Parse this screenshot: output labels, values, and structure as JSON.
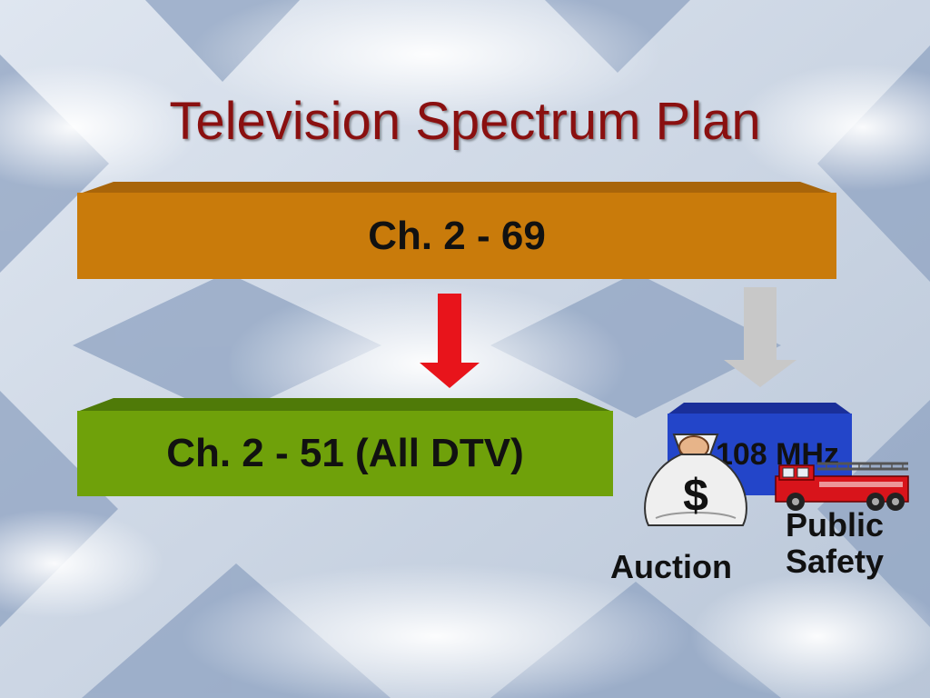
{
  "title": "Television Spectrum Plan",
  "top_box": {
    "label": "Ch. 2 - 69",
    "color": "#c97b0b"
  },
  "middle_box": {
    "label": "Ch. 2 - 51 (All DTV)",
    "color": "#6fa10a"
  },
  "blue_box": {
    "label": "108 MHz",
    "color": "#2345c9"
  },
  "arrows": {
    "left_color": "#e8141b",
    "right_color": "#c8c8c8"
  },
  "auction": {
    "label": "Auction",
    "symbol": "$",
    "icon": "money-bag-icon"
  },
  "public_safety": {
    "line1": "Public",
    "line2": "Safety",
    "icon": "fire-truck-icon"
  }
}
